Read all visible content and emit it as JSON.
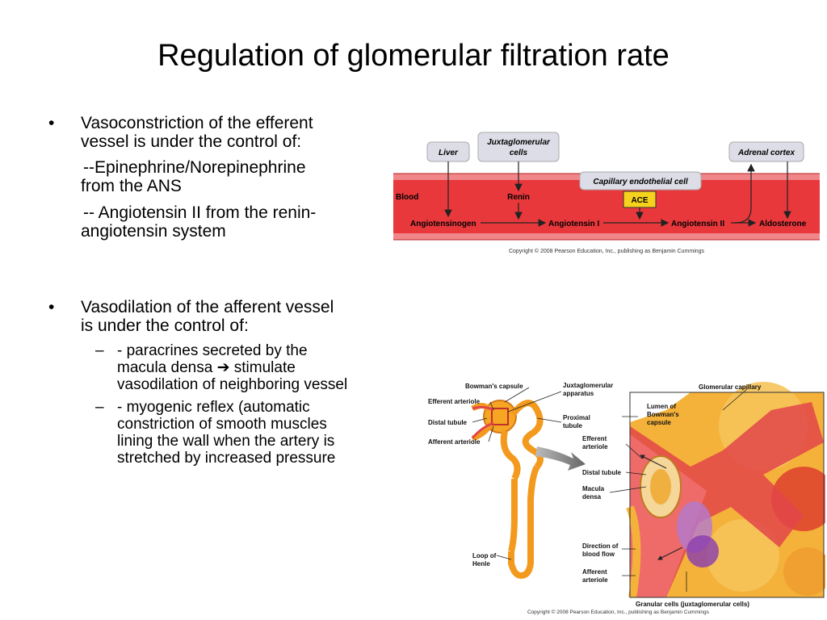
{
  "slide": {
    "title": "Regulation of glomerular filtration rate",
    "bullet1": {
      "line1": "Vasoconstriction of the efferent",
      "line2": "vessel is under the control of:",
      "sub1_line1": "--Epinephrine/Norepinephrine",
      "sub1_line2": "from the ANS",
      "sub2_line1": "-- Angiotensin II from the renin-",
      "sub2_line2": "angiotensin system"
    },
    "bullet2": {
      "line1": "Vasodilation of the afferent vessel",
      "line2": "is under the control of:",
      "dash1_line1": "- paracrines secreted by the",
      "dash1_line2": "macula densa ➔ stimulate",
      "dash1_line3": "vasodilation of neighboring vessel",
      "dash2_line1": "- myogenic reflex (automatic",
      "dash2_line2": "constriction of smooth muscles",
      "dash2_line3": "lining the wall when the artery is",
      "dash2_line4": "stretched by increased pressure"
    },
    "bullet_glyph": "•",
    "dash_glyph": "–"
  },
  "raas": {
    "liver": "Liver",
    "jg_line1": "Juxtaglomerular",
    "jg_line2": "cells",
    "adrenal": "Adrenal cortex",
    "capillary": "Capillary endothelial cell",
    "blood": "Blood",
    "renin": "Renin",
    "ace": "ACE",
    "angiotensinogen": "Angiotensinogen",
    "ang1": "Angiotensin I",
    "ang2": "Angiotensin II",
    "aldosterone": "Aldosterone",
    "copyright": "Copyright © 2008 Pearson Education, Inc., publishing as Benjamin Cummings"
  },
  "kidney": {
    "bowman": "Bowman's capsule",
    "jga_line1": "Juxtaglomerular",
    "jga_line2": "apparatus",
    "glom_cap": "Glomerular capillary",
    "efferent_left": "Efferent arteriole",
    "distal_left": "Distal tubule",
    "afferent_left": "Afferent arteriole",
    "proximal_line1": "Proximal",
    "proximal_line2": "tubule",
    "lumen_line1": "Lumen of",
    "lumen_line2": "Bowman's",
    "lumen_line3": "capsule",
    "efferent_r_line1": "Efferent",
    "efferent_r_line2": "arteriole",
    "distal_right": "Distal tubule",
    "macula_line1": "Macula",
    "macula_line2": "densa",
    "loop_line1": "Loop of",
    "loop_line2": "Henle",
    "direction_line1": "Direction of",
    "direction_line2": "blood flow",
    "afferent_r_line1": "Afferent",
    "afferent_r_line2": "arteriole",
    "granular": "Granular cells (juxtaglomerular cells)",
    "copyright": "Copyright © 2008 Pearson Education, Inc., publishing as Benjamin Cummings"
  },
  "colors": {
    "blood_band": "#e8383c",
    "blood_band_light": "#f4a0a4",
    "label_box": "#dcdde6",
    "ace_box": "#f7d21c",
    "tubule": "#f39a1e",
    "vessel": "#e2454a"
  }
}
